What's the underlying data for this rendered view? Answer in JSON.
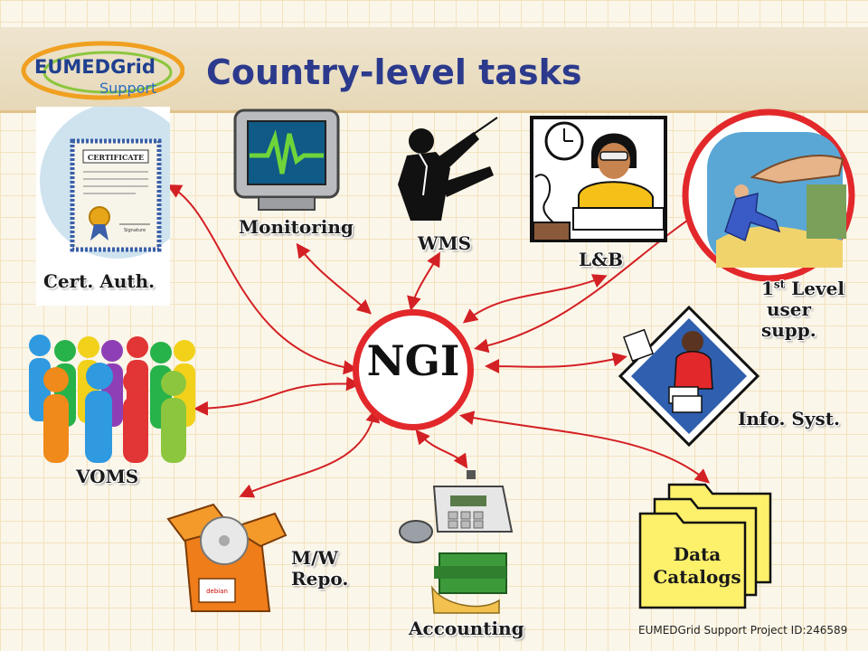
{
  "header": {
    "logo_primary": "EUMEDGrid",
    "logo_secondary": "Support",
    "title": "Country-level tasks"
  },
  "center": {
    "label": "NGI"
  },
  "nodes": {
    "cert_auth": "Cert. Auth.",
    "monitoring": "Monitoring",
    "wms": "WMS",
    "lb": "L&B",
    "user_support_num": "1",
    "user_support_sup": "st",
    "user_support_rest": " Level",
    "user_support_line2": "user supp.",
    "info_syst": "Info. Syst.",
    "voms": "VOMS",
    "mw_repo_line1": "M/W",
    "mw_repo_line2": "Repo.",
    "accounting": "Accounting",
    "data_catalogs_line1": "Data",
    "data_catalogs_line2": "Catalogs"
  },
  "pictures": {
    "certificate_text": "CERTIFICATE",
    "certificate_sig": "Signature",
    "box_label": "debian"
  },
  "footer": {
    "project_id": "EUMEDGrid Support Project ID:246589"
  },
  "colors": {
    "accent": "#e2282b",
    "title": "#2b3a8c",
    "arrow": "#d32024"
  }
}
